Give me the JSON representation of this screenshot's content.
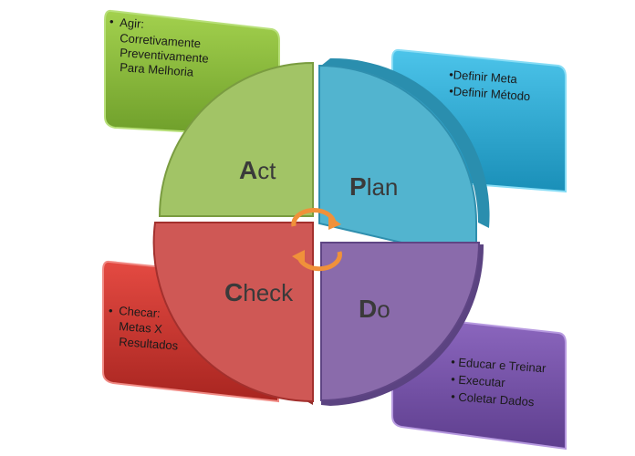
{
  "quadrants": {
    "act": {
      "cap": "A",
      "rest": "ct",
      "color": "#9dc35a"
    },
    "plan": {
      "cap": "P",
      "rest": "lan",
      "color": "#4fb3d0"
    },
    "check": {
      "cap": "C",
      "rest": "heck",
      "color": "#cc5250"
    },
    "do": {
      "cap": "D",
      "rest": "o",
      "color": "#8567a8"
    }
  },
  "boxes": {
    "act": {
      "lines": [
        "Agir:",
        "Corretivamente",
        "Preventivamente",
        "Para Melhoria"
      ],
      "color": "#8cc43c"
    },
    "plan": {
      "lines": [
        "Definir Meta",
        "Definir Método"
      ],
      "color": "#2fb4dc"
    },
    "check": {
      "lines": [
        "Checar:",
        "Metas X",
        "Resultados"
      ],
      "color": "#d93a34"
    },
    "do": {
      "lines": [
        "Educar e Treinar",
        "Executar",
        "Coletar Dados"
      ],
      "color": "#7e58b0"
    }
  },
  "cycle_icon": "circular-arrows-icon",
  "cycle_color": "#f0913a"
}
